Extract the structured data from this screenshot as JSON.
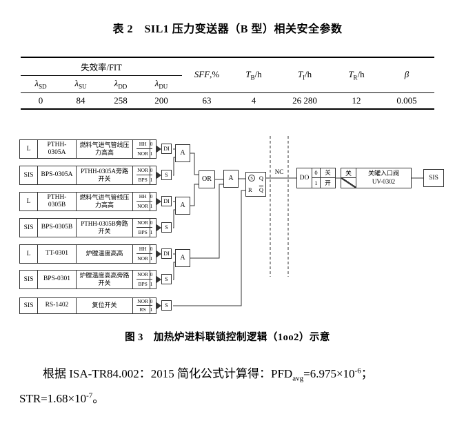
{
  "doc": {
    "table_title": "表 2　SIL1 压力变送器（B 型）相关安全参数",
    "figure_caption": "图 3　加热炉进料联锁控制逻辑（1oo2）示意"
  },
  "table": {
    "group_header": "失效率/FIT",
    "lambda_symbol": "λ",
    "lambda_subs": [
      "SD",
      "SU",
      "DD",
      "DU"
    ],
    "col_headers": [
      {
        "main": "SFF",
        "sub": "",
        "suffix": ",%"
      },
      {
        "main": "T",
        "sub": "B",
        "suffix": "/h"
      },
      {
        "main": "T",
        "sub": "I",
        "suffix": "/h"
      },
      {
        "main": "T",
        "sub": "R",
        "suffix": "/h"
      },
      {
        "main": "β",
        "sub": "",
        "suffix": ""
      }
    ],
    "values": [
      "0",
      "84",
      "258",
      "200",
      "63",
      "4",
      "26 280",
      "12",
      "0.005"
    ]
  },
  "diagram": {
    "and_label": "A",
    "or_label": "OR",
    "nc_label": "NC",
    "sis_label": "SIS",
    "rows": [
      {
        "tag": "L",
        "id": "PTHH-0305A",
        "desc": "燃料气进气管线压力高高",
        "s1": "HH",
        "v1": "0",
        "s2": "NOR",
        "v2": "1",
        "io": "DI"
      },
      {
        "tag": "SIS",
        "id": "BPS-0305A",
        "desc": "PTHH-0305A旁路开关",
        "s1": "NOR",
        "v1": "0",
        "s2": "BPS",
        "v2": "1",
        "io": "S"
      },
      {
        "tag": "L",
        "id": "PTHH-0305B",
        "desc": "燃料气进气管线压力高高",
        "s1": "HH",
        "v1": "0",
        "s2": "NOR",
        "v2": "1",
        "io": "DI"
      },
      {
        "tag": "SIS",
        "id": "BPS-0305B",
        "desc": "PTHH-0305B旁路开关",
        "s1": "NOR",
        "v1": "0",
        "s2": "BPS",
        "v2": "1",
        "io": "S"
      },
      {
        "tag": "L",
        "id": "TT-0301",
        "desc": "炉膛温度高高",
        "s1": "HH",
        "v1": "0",
        "s2": "NOR",
        "v2": "1",
        "io": "DI"
      },
      {
        "tag": "SIS",
        "id": "BPS-0301",
        "desc": "炉膛温度高高旁路开关",
        "s1": "NOR",
        "v1": "0",
        "s2": "BPS",
        "v2": "1",
        "io": "S"
      },
      {
        "tag": "SIS",
        "id": "RS-1402",
        "desc": "复位开关",
        "s1": "NOR",
        "v1": "0",
        "s2": "RS",
        "v2": "1",
        "io": "S"
      }
    ],
    "ff": {
      "set": "S",
      "q": "Q",
      "reset": "R",
      "qbar": "Q"
    },
    "do": {
      "label": "DO",
      "v1": "0",
      "s1": "关",
      "v2": "1",
      "s2": "开"
    },
    "valve": {
      "state": "关",
      "name": "关罐入口阀",
      "id": "UV-0302"
    }
  },
  "body": {
    "line1_prefix": "根据 ISA-TR84.002：2015 简化公式计算得：PFD",
    "pfd_sub": "avg",
    "pfd_value": "=6.975×10",
    "pfd_exp": "-6",
    "separator": "；",
    "line2_prefix": "STR=1.68×10",
    "str_exp": "-7",
    "line2_end": "。"
  }
}
